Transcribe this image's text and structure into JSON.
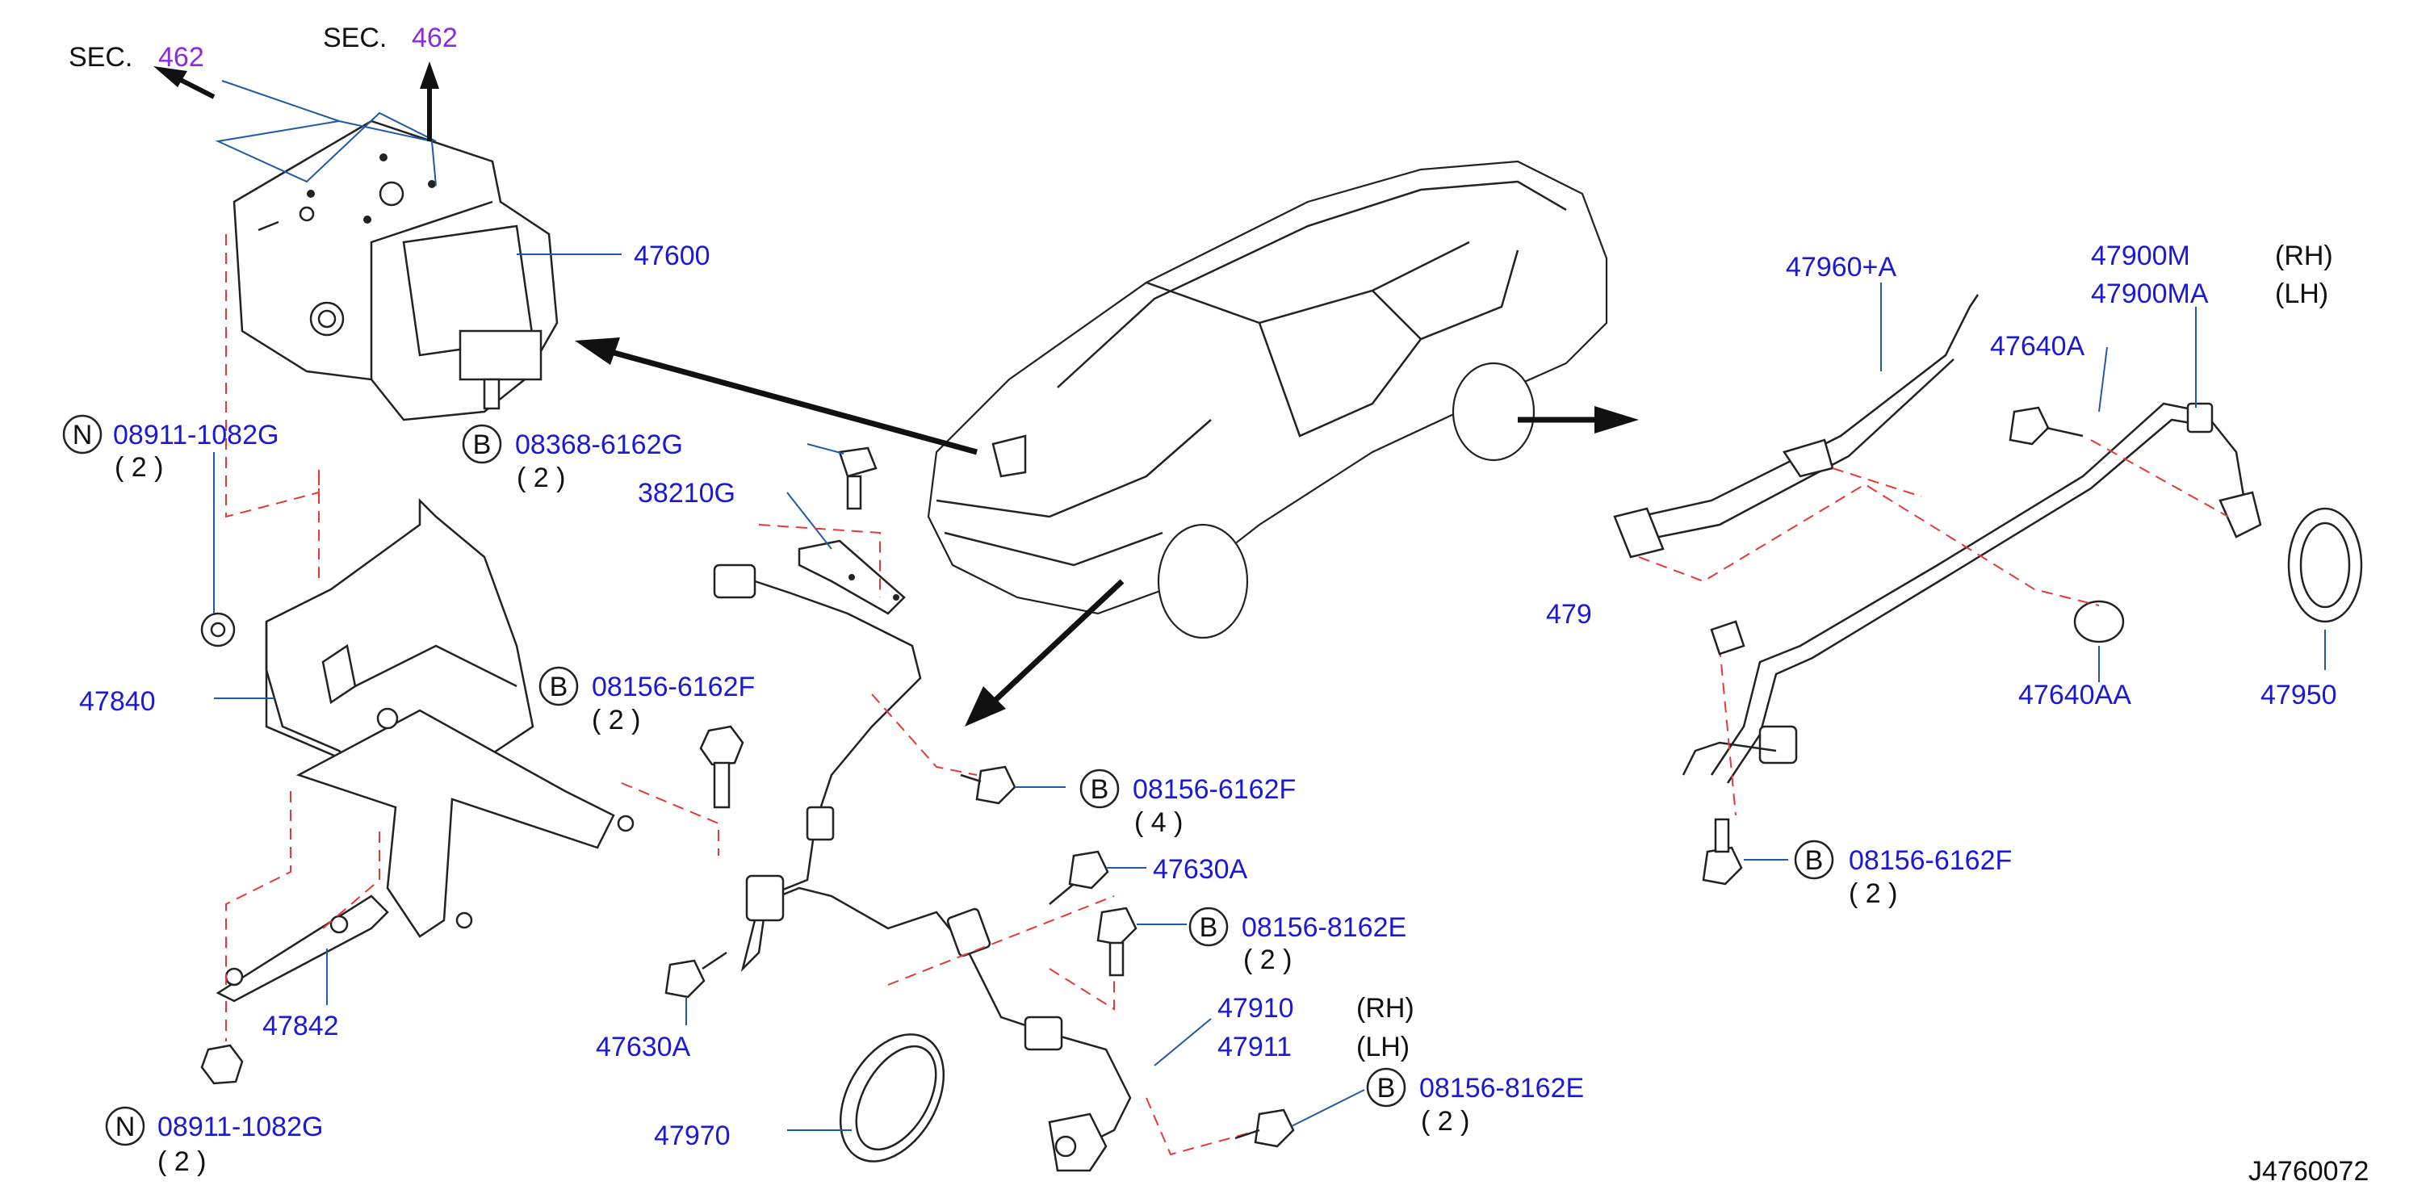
{
  "colors": {
    "label": "#1a1ad6",
    "section_ref": "#8a2be2",
    "leader": "#1f5aa6",
    "dashed": "#e53935"
  },
  "sections": [
    {
      "prefix": "SEC.",
      "number": "462"
    },
    {
      "prefix": "SEC.",
      "number": "462"
    }
  ],
  "parts": {
    "p47600": "47600",
    "p47840": "47840",
    "p47842": "47842",
    "p38210G": "38210G",
    "p47630A_1": "47630A",
    "p47630A_2": "47630A",
    "p47910": "47910",
    "p47911": "47911",
    "p47970": "47970",
    "p47960A": "47960+A",
    "p47900M": "47900M",
    "p47900MA": "47900MA",
    "p47640A": "47640A",
    "p47640AA": "47640AA",
    "p47950": "47950",
    "p479_partial": "479"
  },
  "side": {
    "rh": "(RH)",
    "lh": "(LH)"
  },
  "fasteners": [
    {
      "symbol": "N",
      "code": "08911-1082G",
      "qty": "( 2 )"
    },
    {
      "symbol": "B",
      "code": "08368-6162G",
      "qty": "( 2 )"
    },
    {
      "symbol": "B",
      "code": "08156-6162F",
      "qty": "( 2 )"
    },
    {
      "symbol": "B",
      "code": "08156-6162F",
      "qty": "( 4 )"
    },
    {
      "symbol": "B",
      "code": "08156-8162E",
      "qty": "( 2 )"
    },
    {
      "symbol": "B",
      "code": "08156-8162E",
      "qty": "( 2 )"
    },
    {
      "symbol": "N",
      "code": "08911-1082G",
      "qty": "( 2  )"
    },
    {
      "symbol": "B",
      "code": "08156-6162F",
      "qty": "( 2 )"
    }
  ],
  "figure_id": "J4760072"
}
